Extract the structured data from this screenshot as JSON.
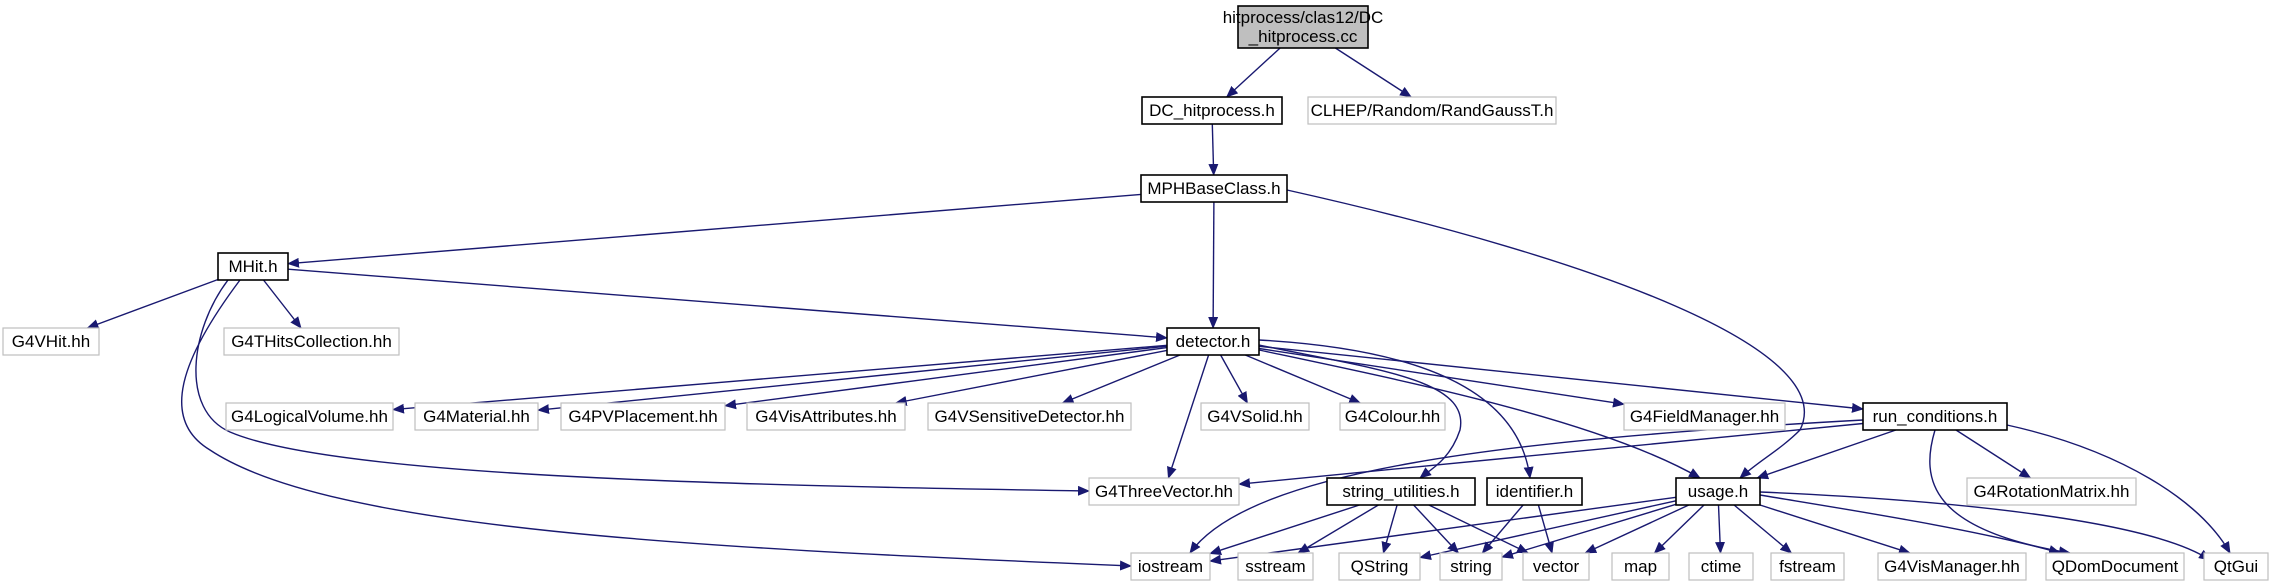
{
  "title": "hitprocess/clas12/DC_hitprocess.cc",
  "colors": {
    "edge": "#191970",
    "root_fill": "#bfbfbf",
    "node_border": "#000000",
    "external_border": "#bfbfbf",
    "text": "#000000"
  },
  "nodes": [
    {
      "id": "root",
      "lines": [
        "hitprocess/clas12/DC",
        "_hitprocess.cc"
      ],
      "kind": "root"
    },
    {
      "id": "dc_hitprocess_h",
      "lines": [
        "DC_hitprocess.h"
      ],
      "kind": "local"
    },
    {
      "id": "randgausst_h",
      "lines": [
        "CLHEP/Random/RandGaussT.h"
      ],
      "kind": "external"
    },
    {
      "id": "mphbaseclass_h",
      "lines": [
        "MPHBaseClass.h"
      ],
      "kind": "local"
    },
    {
      "id": "mhit_h",
      "lines": [
        "MHit.h"
      ],
      "kind": "local"
    },
    {
      "id": "g4vhit_hh",
      "lines": [
        "G4VHit.hh"
      ],
      "kind": "external"
    },
    {
      "id": "g4thitscollection_hh",
      "lines": [
        "G4THitsCollection.hh"
      ],
      "kind": "external"
    },
    {
      "id": "detector_h",
      "lines": [
        "detector.h"
      ],
      "kind": "local"
    },
    {
      "id": "g4logicalvolume_hh",
      "lines": [
        "G4LogicalVolume.hh"
      ],
      "kind": "external"
    },
    {
      "id": "g4material_hh",
      "lines": [
        "G4Material.hh"
      ],
      "kind": "external"
    },
    {
      "id": "g4pvplacement_hh",
      "lines": [
        "G4PVPlacement.hh"
      ],
      "kind": "external"
    },
    {
      "id": "g4visattributes_hh",
      "lines": [
        "G4VisAttributes.hh"
      ],
      "kind": "external"
    },
    {
      "id": "g4vsensitivedetector_hh",
      "lines": [
        "G4VSensitiveDetector.hh"
      ],
      "kind": "external"
    },
    {
      "id": "g4vsolid_hh",
      "lines": [
        "G4VSolid.hh"
      ],
      "kind": "external"
    },
    {
      "id": "g4colour_hh",
      "lines": [
        "G4Colour.hh"
      ],
      "kind": "external"
    },
    {
      "id": "g4fieldmanager_hh",
      "lines": [
        "G4FieldManager.hh"
      ],
      "kind": "external"
    },
    {
      "id": "run_conditions_h",
      "lines": [
        "run_conditions.h"
      ],
      "kind": "local"
    },
    {
      "id": "g4threevector_hh",
      "lines": [
        "G4ThreeVector.hh"
      ],
      "kind": "external"
    },
    {
      "id": "string_utilities_h",
      "lines": [
        "string_utilities.h"
      ],
      "kind": "local"
    },
    {
      "id": "identifier_h",
      "lines": [
        "identifier.h"
      ],
      "kind": "local"
    },
    {
      "id": "usage_h",
      "lines": [
        "usage.h"
      ],
      "kind": "local"
    },
    {
      "id": "g4rotationmatrix_hh",
      "lines": [
        "G4RotationMatrix.hh"
      ],
      "kind": "external"
    },
    {
      "id": "iostream",
      "lines": [
        "iostream"
      ],
      "kind": "external"
    },
    {
      "id": "sstream",
      "lines": [
        "sstream"
      ],
      "kind": "external"
    },
    {
      "id": "qstring",
      "lines": [
        "QString"
      ],
      "kind": "external"
    },
    {
      "id": "string",
      "lines": [
        "string"
      ],
      "kind": "external"
    },
    {
      "id": "vector",
      "lines": [
        "vector"
      ],
      "kind": "external"
    },
    {
      "id": "map",
      "lines": [
        "map"
      ],
      "kind": "external"
    },
    {
      "id": "ctime",
      "lines": [
        "ctime"
      ],
      "kind": "external"
    },
    {
      "id": "fstream",
      "lines": [
        "fstream"
      ],
      "kind": "external"
    },
    {
      "id": "g4vismanager_hh",
      "lines": [
        "G4VisManager.hh"
      ],
      "kind": "external"
    },
    {
      "id": "qdomdocument",
      "lines": [
        "QDomDocument"
      ],
      "kind": "external"
    },
    {
      "id": "qtgui",
      "lines": [
        "QtGui"
      ],
      "kind": "external"
    }
  ],
  "edges": [
    [
      "root",
      "dc_hitprocess_h"
    ],
    [
      "root",
      "randgausst_h"
    ],
    [
      "dc_hitprocess_h",
      "mphbaseclass_h"
    ],
    [
      "mphbaseclass_h",
      "mhit_h"
    ],
    [
      "mphbaseclass_h",
      "detector_h"
    ],
    [
      "mphbaseclass_h",
      "usage_h"
    ],
    [
      "mhit_h",
      "g4vhit_hh"
    ],
    [
      "mhit_h",
      "g4thitscollection_hh"
    ],
    [
      "mhit_h",
      "detector_h"
    ],
    [
      "mhit_h",
      "g4threevector_hh"
    ],
    [
      "mhit_h",
      "iostream"
    ],
    [
      "detector_h",
      "g4logicalvolume_hh"
    ],
    [
      "detector_h",
      "g4material_hh"
    ],
    [
      "detector_h",
      "g4pvplacement_hh"
    ],
    [
      "detector_h",
      "g4visattributes_hh"
    ],
    [
      "detector_h",
      "g4vsensitivedetector_hh"
    ],
    [
      "detector_h",
      "g4vsolid_hh"
    ],
    [
      "detector_h",
      "g4colour_hh"
    ],
    [
      "detector_h",
      "g4fieldmanager_hh"
    ],
    [
      "detector_h",
      "run_conditions_h"
    ],
    [
      "detector_h",
      "g4threevector_hh"
    ],
    [
      "detector_h",
      "string_utilities_h"
    ],
    [
      "detector_h",
      "identifier_h"
    ],
    [
      "detector_h",
      "usage_h"
    ],
    [
      "run_conditions_h",
      "g4threevector_hh"
    ],
    [
      "run_conditions_h",
      "iostream"
    ],
    [
      "run_conditions_h",
      "usage_h"
    ],
    [
      "run_conditions_h",
      "g4rotationmatrix_hh"
    ],
    [
      "run_conditions_h",
      "qdomdocument"
    ],
    [
      "run_conditions_h",
      "qtgui"
    ],
    [
      "string_utilities_h",
      "iostream"
    ],
    [
      "string_utilities_h",
      "sstream"
    ],
    [
      "string_utilities_h",
      "qstring"
    ],
    [
      "string_utilities_h",
      "string"
    ],
    [
      "string_utilities_h",
      "vector"
    ],
    [
      "identifier_h",
      "string"
    ],
    [
      "identifier_h",
      "vector"
    ],
    [
      "usage_h",
      "iostream"
    ],
    [
      "usage_h",
      "qstring"
    ],
    [
      "usage_h",
      "string"
    ],
    [
      "usage_h",
      "vector"
    ],
    [
      "usage_h",
      "map"
    ],
    [
      "usage_h",
      "ctime"
    ],
    [
      "usage_h",
      "fstream"
    ],
    [
      "usage_h",
      "g4vismanager_hh"
    ],
    [
      "usage_h",
      "qdomdocument"
    ],
    [
      "usage_h",
      "qtgui"
    ]
  ]
}
